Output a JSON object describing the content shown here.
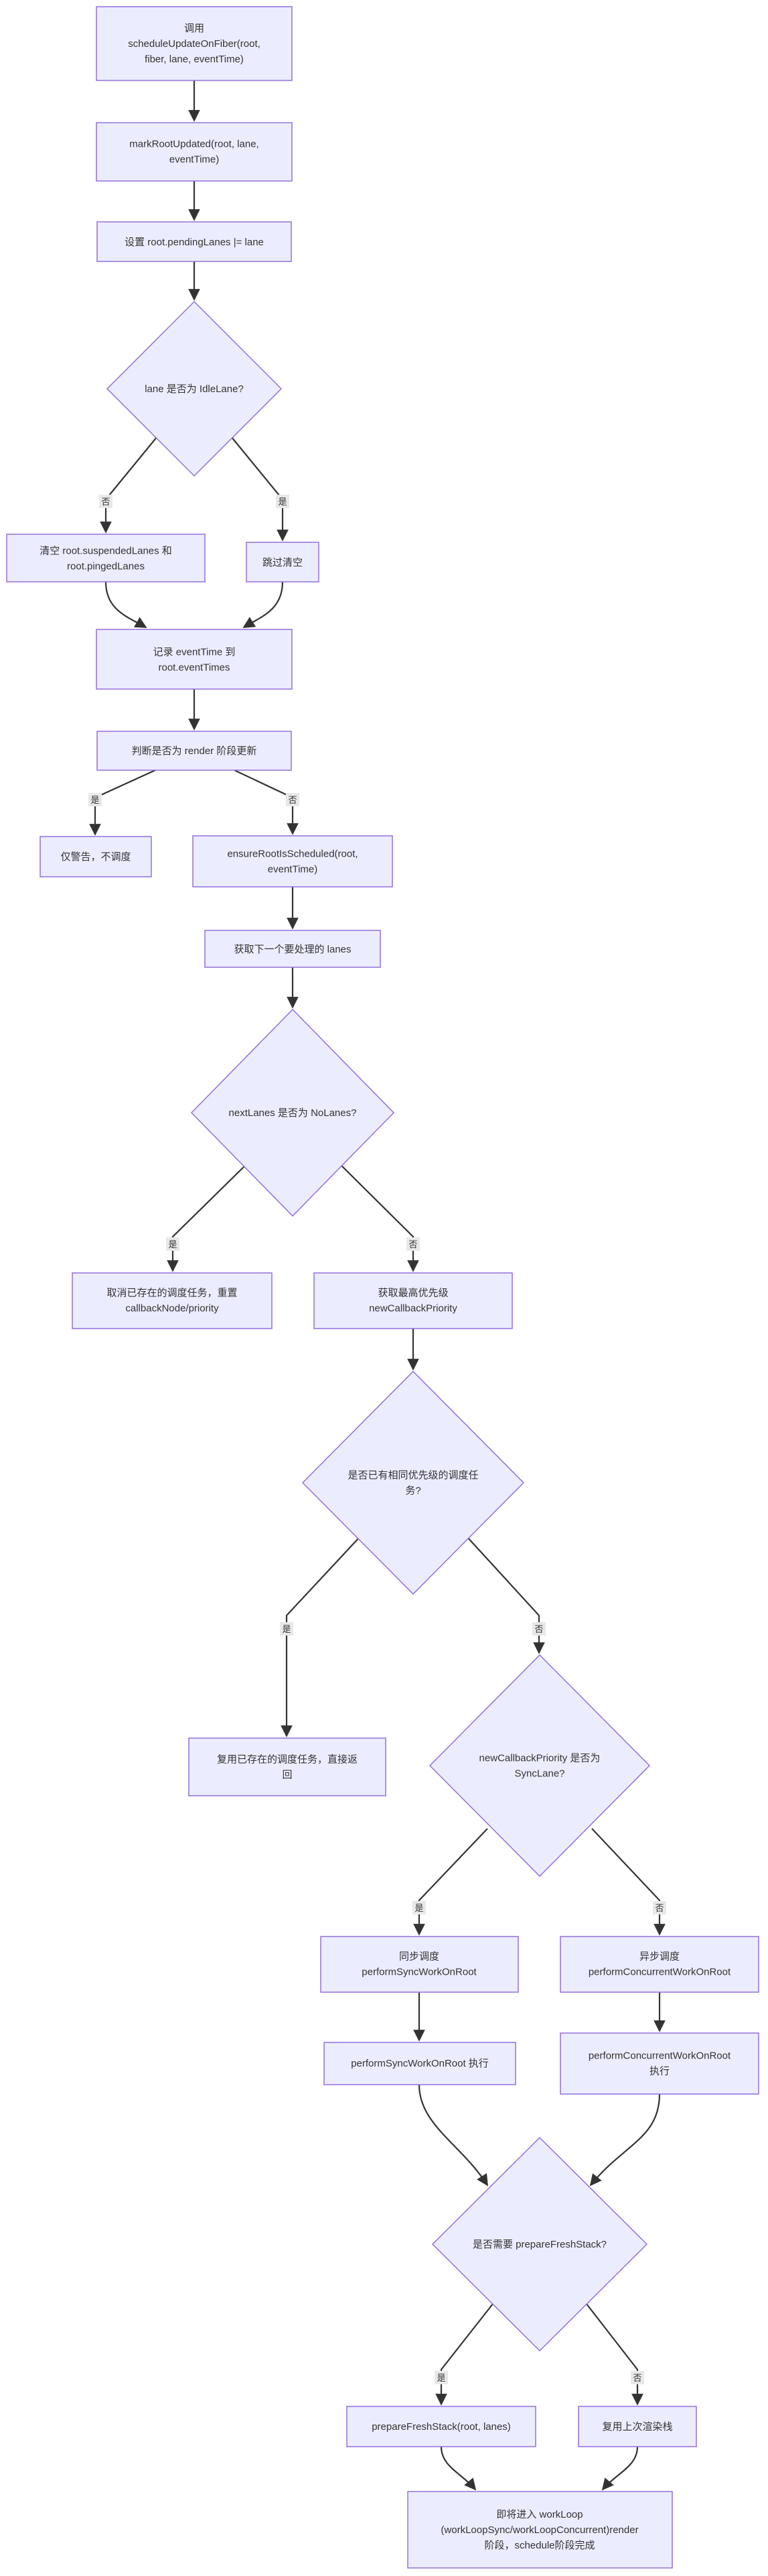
{
  "nodes": {
    "n1": [
      "调用",
      "scheduleUpdateOnFiber(root,",
      "fiber, lane, eventTime)"
    ],
    "n2": [
      "markRootUpdated(root, lane,",
      "eventTime)"
    ],
    "n3": [
      "设置 root.pendingLanes |= lane"
    ],
    "d1": [
      "lane 是否为 IdleLane?"
    ],
    "n4": [
      "清空 root.suspendedLanes 和",
      "root.pingedLanes"
    ],
    "n5": [
      "跳过清空"
    ],
    "n6": [
      "记录 eventTime 到",
      "root.eventTimes"
    ],
    "n7": [
      "判断是否为 render 阶段更新"
    ],
    "n8": [
      "仅警告，不调度"
    ],
    "n9": [
      "ensureRootIsScheduled(root,",
      "eventTime)"
    ],
    "n10": [
      "获取下一个要处理的 lanes"
    ],
    "d2": [
      "nextLanes 是否为 NoLanes?"
    ],
    "n11": [
      "取消已存在的调度任务，重置",
      "callbackNode/priority"
    ],
    "n12": [
      "获取最高优先级",
      "newCallbackPriority"
    ],
    "d3": [
      "是否已有相同优先级的调度任",
      "务?"
    ],
    "n13": [
      "复用已存在的调度任务，直接返",
      "回"
    ],
    "d4": [
      "newCallbackPriority 是否为",
      "SyncLane?"
    ],
    "n14": [
      "同步调度",
      "performSyncWorkOnRoot"
    ],
    "n15": [
      "异步调度",
      "performConcurrentWorkOnRoot"
    ],
    "n16": [
      "performSyncWorkOnRoot 执行"
    ],
    "n17": [
      "performConcurrentWorkOnRoot",
      "执行"
    ],
    "d5": [
      "是否需要 prepareFreshStack?"
    ],
    "n18": [
      "prepareFreshStack(root, lanes)"
    ],
    "n19": [
      "复用上次渲染栈"
    ],
    "n20": [
      "即将进入 workLoop",
      "(workLoopSync/workLoopConcurrent)render",
      "阶段，schedule阶段完成"
    ]
  },
  "edge_labels": {
    "d1_yes": "否",
    "d1_no": "是",
    "n7_yes": "是",
    "n7_no": "否",
    "d2_yes": "是",
    "d2_no": "否",
    "d3_yes": "是",
    "d3_no": "否",
    "d4_yes": "是",
    "d4_no": "否",
    "d5_yes": "是",
    "d5_no": "否"
  },
  "colors": {
    "node_fill": "#ECECFF",
    "node_stroke": "#9370DB",
    "edge": "#333333",
    "label_bg": "#e8e8e8",
    "text": "#333333"
  }
}
